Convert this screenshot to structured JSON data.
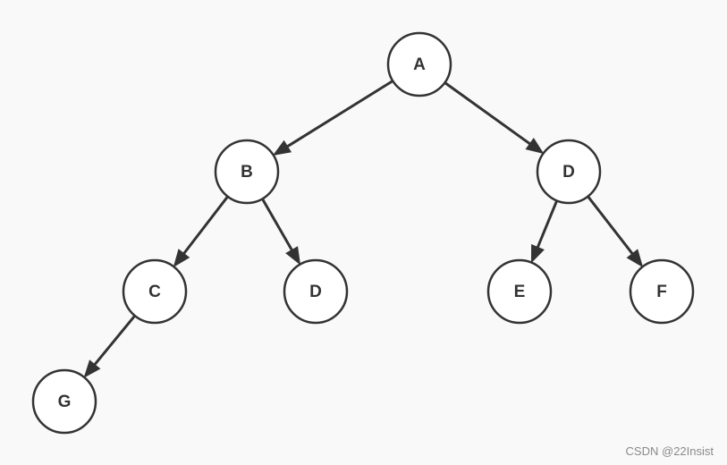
{
  "diagram": {
    "nodes": [
      {
        "id": "A",
        "label": "A"
      },
      {
        "id": "B",
        "label": "B"
      },
      {
        "id": "D1",
        "label": "D"
      },
      {
        "id": "C",
        "label": "C"
      },
      {
        "id": "D2",
        "label": "D"
      },
      {
        "id": "E",
        "label": "E"
      },
      {
        "id": "F",
        "label": "F"
      },
      {
        "id": "G",
        "label": "G"
      }
    ],
    "edges": [
      {
        "from": "A",
        "to": "B"
      },
      {
        "from": "A",
        "to": "D1"
      },
      {
        "from": "B",
        "to": "C"
      },
      {
        "from": "B",
        "to": "D2"
      },
      {
        "from": "D1",
        "to": "E"
      },
      {
        "from": "D1",
        "to": "F"
      },
      {
        "from": "C",
        "to": "G"
      }
    ],
    "colors": {
      "stroke": "#333333",
      "node_fill": "#ffffff",
      "background": "#f9f9f9"
    }
  },
  "watermark": {
    "text": "CSDN @22Insist"
  }
}
